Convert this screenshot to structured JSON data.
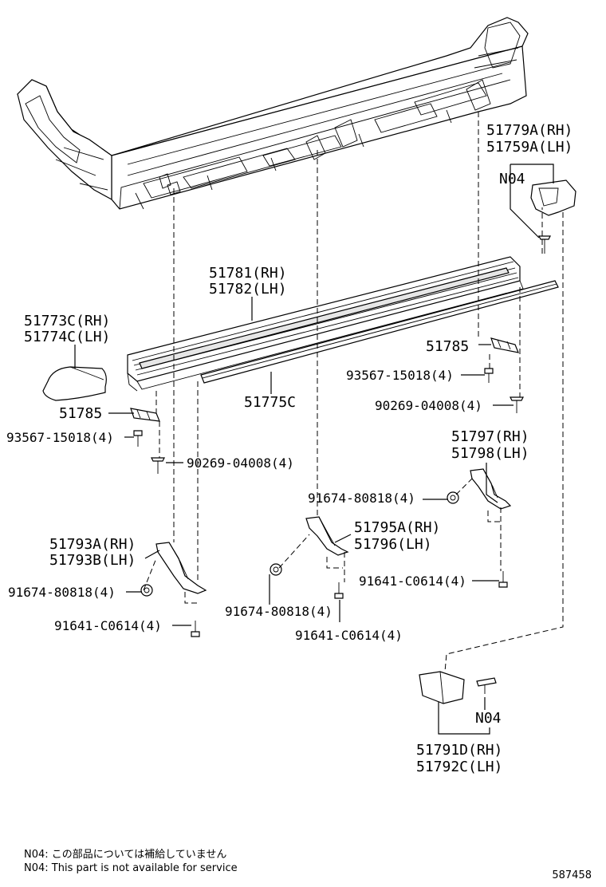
{
  "labels": {
    "p51779A": "51779A(RH)",
    "p51759A": "51759A(LH)",
    "n04_top": "N04",
    "p51781": "51781(RH)",
    "p51782": "51782(LH)",
    "p51773C": "51773C(RH)",
    "p51774C": "51774C(LH)",
    "p51785_r": "51785",
    "p93567_r": "93567-15018(4)",
    "p90269_r": "90269-04008(4)",
    "p51775C": "51775C",
    "p51785_l": "51785",
    "p93567_l": "93567-15018(4)",
    "p90269_l": "90269-04008(4)",
    "p51797": "51797(RH)",
    "p51798": "51798(LH)",
    "p91674_r": "91674-80818(4)",
    "p51795A": "51795A(RH)",
    "p51796": "51796(LH)",
    "p51793A": "51793A(RH)",
    "p51793B": "51793B(LH)",
    "p91641_r": "91641-C0614(4)",
    "p91674_l": "91674-80818(4)",
    "p91674_c": "91674-80818(4)",
    "p91641_l": "91641-C0614(4)",
    "p91641_c": "91641-C0614(4)",
    "n04_bottom": "N04",
    "p51791D": "51791D(RH)",
    "p51792C": "51792C(LH)"
  },
  "notes": {
    "jp": "N04: この部品については補給していません",
    "en": "N04: This part is not available for service"
  },
  "figure_number": "587458"
}
